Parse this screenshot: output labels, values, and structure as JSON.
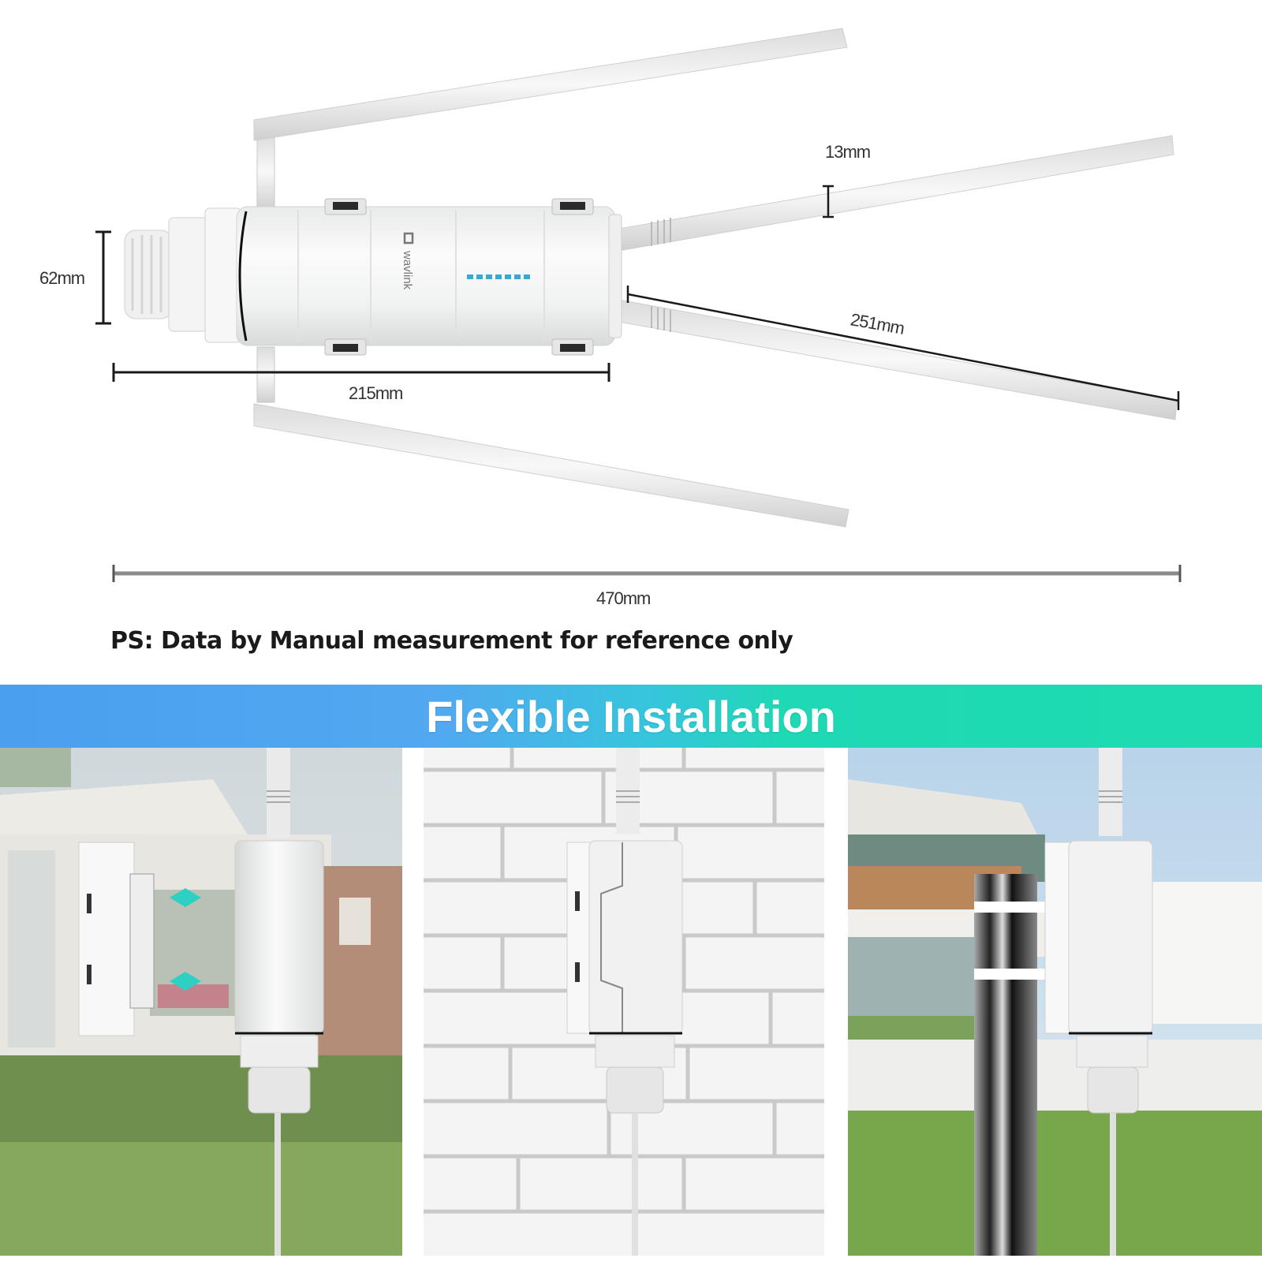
{
  "diagram": {
    "brand": "wavlink",
    "dimensions": {
      "body_height": "62mm",
      "body_length": "215mm",
      "antenna_diameter": "13mm",
      "antenna_length": "251mm",
      "total_length": "470mm"
    },
    "note": "PS:  Data by Manual measurement for reference only",
    "led_color": "#3aa7d6"
  },
  "banner": {
    "title": "Flexible Installation",
    "gradient_start": "#4a9fef",
    "gradient_end": "#1edcb0"
  },
  "panels": [
    {
      "id": "panel-1",
      "scene": "house-mount-bracket-exploded",
      "arrow_color": "#2ed0c4"
    },
    {
      "id": "panel-2",
      "scene": "brick-wall-mount"
    },
    {
      "id": "panel-3",
      "scene": "pole-mount"
    }
  ]
}
